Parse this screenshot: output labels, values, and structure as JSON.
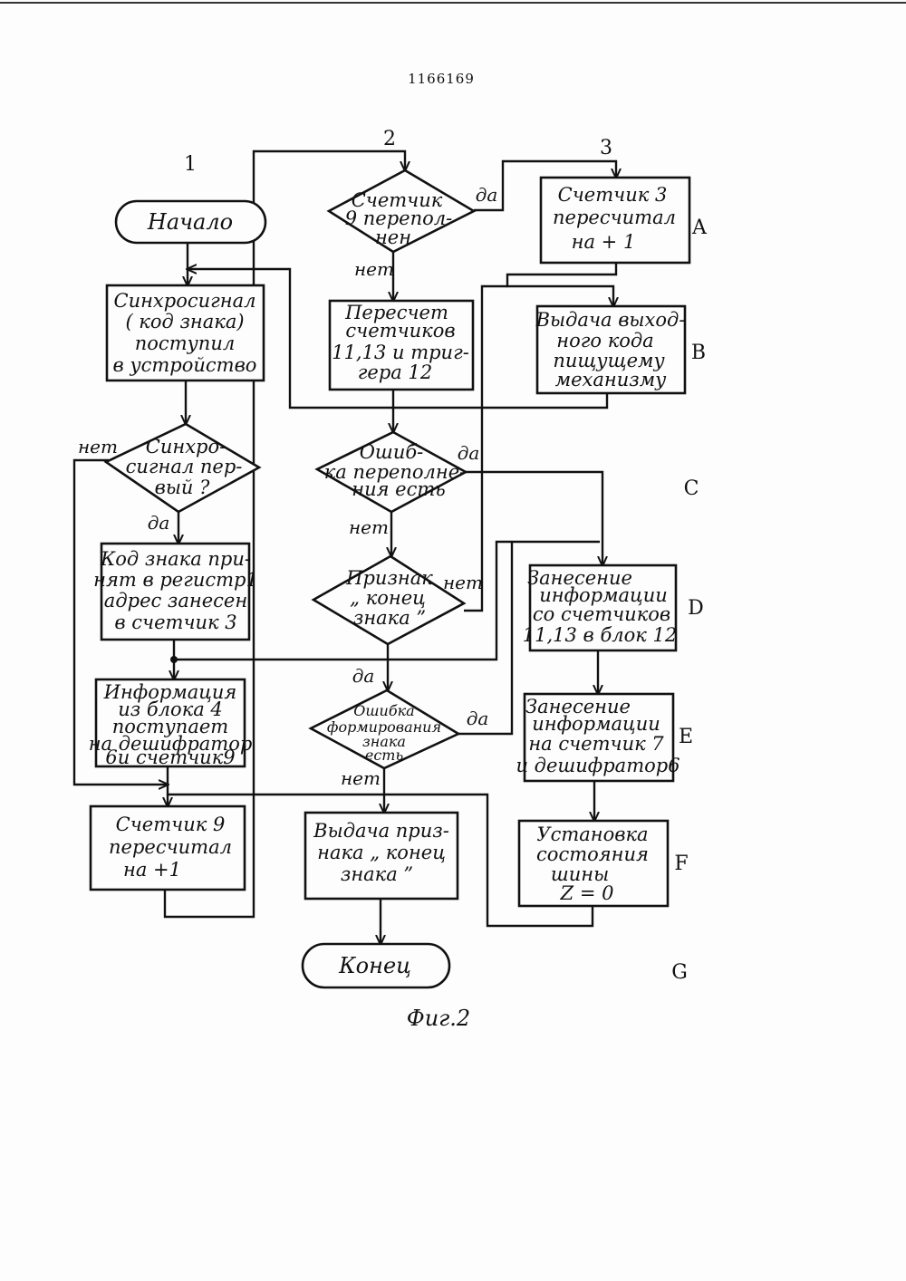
{
  "document": {
    "patent_number": "1166169",
    "figure_caption": "Фиг.2"
  },
  "columns": [
    "1",
    "2",
    "3"
  ],
  "row_labels": [
    "A",
    "B",
    "C",
    "D",
    "E",
    "F",
    "G"
  ],
  "branch_labels": {
    "yes": "да",
    "no": "нет"
  },
  "blocks": {
    "start": {
      "lines": [
        "Начало"
      ]
    },
    "sync_received": {
      "lines": [
        "Синхросигнал",
        "( код знака)",
        "поступил",
        "в устройство"
      ]
    },
    "sync_first": {
      "lines": [
        "Синхро-",
        "сигнал пер-",
        "вый ?"
      ]
    },
    "code_received": {
      "lines": [
        "Код знака при-",
        "нят в регистр1",
        "адрес занесен",
        "в счетчик 3"
      ]
    },
    "info_block4": {
      "lines": [
        "Информация",
        "из блока 4",
        "поступает",
        "на дешифратор",
        "6и счетчик9"
      ]
    },
    "counter9_count": {
      "lines": [
        "Счетчик 9",
        "пересчитал",
        "на +1"
      ]
    },
    "counter9_overflow": {
      "lines": [
        "Счетчик",
        "9 перепол-",
        "нен"
      ]
    },
    "recount": {
      "lines": [
        "Пересчет",
        "счетчиков",
        "11,13 и триг-",
        "гера 12"
      ]
    },
    "overflow_error": {
      "lines": [
        "Ошиб-",
        "ка переполне-",
        "ния есть"
      ]
    },
    "end_sign": {
      "lines": [
        "Признак",
        "„ конец",
        "знака ”"
      ]
    },
    "formation_error": {
      "lines": [
        "Ошибка",
        "формирования",
        "знака",
        "есть"
      ]
    },
    "output_end_sign": {
      "lines": [
        "Выдача приз-",
        "нака „ конец",
        "знака ”"
      ]
    },
    "end": {
      "lines": [
        "Конец"
      ]
    },
    "counter3_count": {
      "lines": [
        "Счетчик 3",
        "пересчитал",
        "на + 1"
      ]
    },
    "output_code": {
      "lines": [
        "Выдача выход-",
        "ного кода",
        "пищущему",
        "механизму"
      ]
    },
    "write_info_block12": {
      "lines": [
        "Занесение",
        "информации",
        "со счетчиков",
        "11,13 в блок 12"
      ]
    },
    "write_info_counter7": {
      "lines": [
        "Занесение",
        "информации",
        "на счетчик 7",
        "и дешифратор6"
      ]
    },
    "bus_state": {
      "lines": [
        "Установка",
        "состояния",
        "шины",
        "Z = 0"
      ]
    }
  }
}
